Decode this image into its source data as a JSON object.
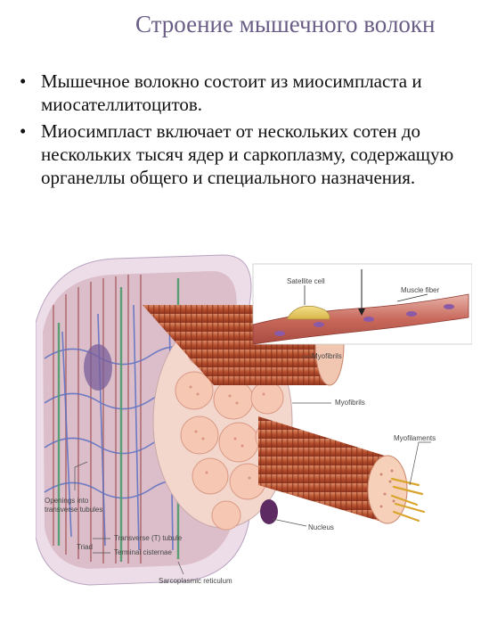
{
  "title": "Строение мышечного волокн",
  "bullets": [
    "Мышечное волокно состоит из миосимпласта и миосателлитоцитов.",
    "Миосимпласт включает от нескольких сотен до нескольких тысяч ядер и саркоплазму, содержащую органеллы общего и специального назначения."
  ],
  "bullet_symbol": "•",
  "figure": {
    "labels": {
      "satellite_cell": "Satellite cell",
      "muscle_fiber": "Muscle fiber",
      "myofibrils_top": "Myofibrils",
      "myofibrils": "Myofibrils",
      "myofilaments": "Myofilaments",
      "nucleus": "Nucleus",
      "openings_line1": "Openings into",
      "openings_line2": "transverse tubules",
      "triad": "Triad",
      "transverse_tubule": "Transverse (T) tubule",
      "terminal_cisternae": "Terminal cisternae",
      "sarcoplasmic_reticulum": "Sarcoplasmic reticulum"
    }
  }
}
